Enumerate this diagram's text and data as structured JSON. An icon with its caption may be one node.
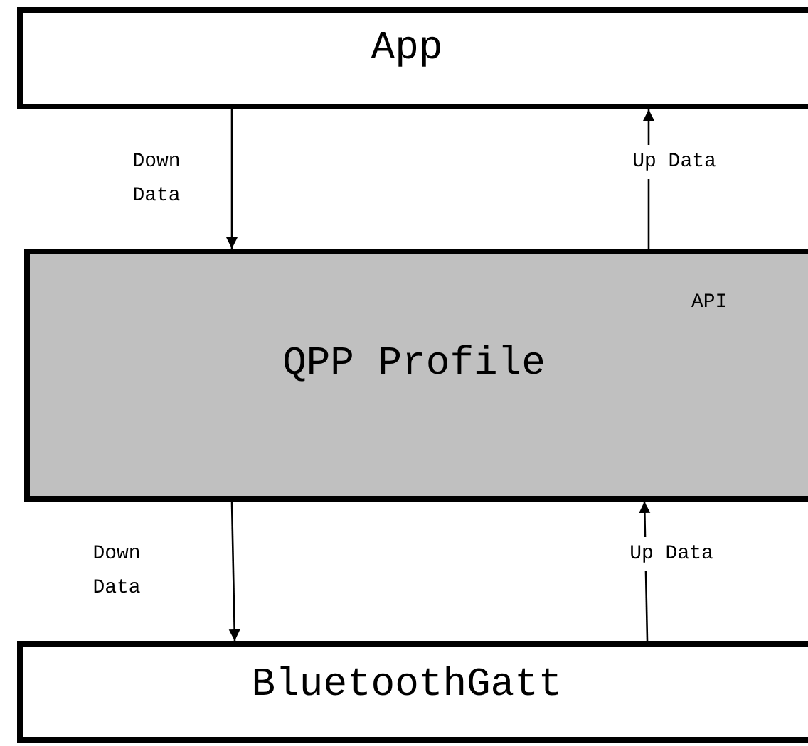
{
  "diagram": {
    "nodes": [
      {
        "text": [
          "App"
        ]
      },
      {
        "text": [
          "QPP Profile",
          "API"
        ]
      },
      {
        "text": [
          "BluetoothGatt"
        ]
      }
    ],
    "edges": [
      {
        "from": 0,
        "to": 1,
        "arrow": "to",
        "label": "Down Data"
      },
      {
        "from": 1,
        "to": 0,
        "arrow": "to",
        "label": "Up Data"
      },
      {
        "from": 1,
        "to": 2,
        "arrow": "to",
        "label": "Down Data"
      },
      {
        "from": 2,
        "to": 1,
        "arrow": "to",
        "label": "Up Data"
      }
    ]
  }
}
